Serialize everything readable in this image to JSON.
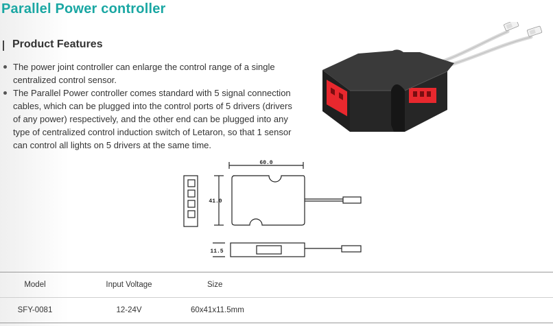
{
  "page": {
    "title": "Parallel Power controller",
    "section_heading": "Product Features",
    "features": [
      "The power joint controller can enlarge the control range of a single centralized control sensor.",
      "The Parallel Power controller comes standard with 5 signal connection cables, which can be plugged into the control ports of 5 drivers (drivers of any power) respectively, and the other end can be plugged into any type of centralized control induction switch of Letaron, so that 1 sensor can control all lights on 5 drivers at the same time."
    ]
  },
  "drawing": {
    "dim_width": "60.0",
    "dim_height": "41.0",
    "dim_thickness": "11.5"
  },
  "spec_table": {
    "headers": [
      "Model",
      "Input Voltage",
      "Size"
    ],
    "rows": [
      [
        "SFY-0081",
        "12-24V",
        "60x41x11.5mm"
      ]
    ]
  },
  "colors": {
    "title": "#1aa7a3",
    "body_text": "#333333",
    "housing": "#2a2a2a",
    "port": "#e8282e"
  }
}
